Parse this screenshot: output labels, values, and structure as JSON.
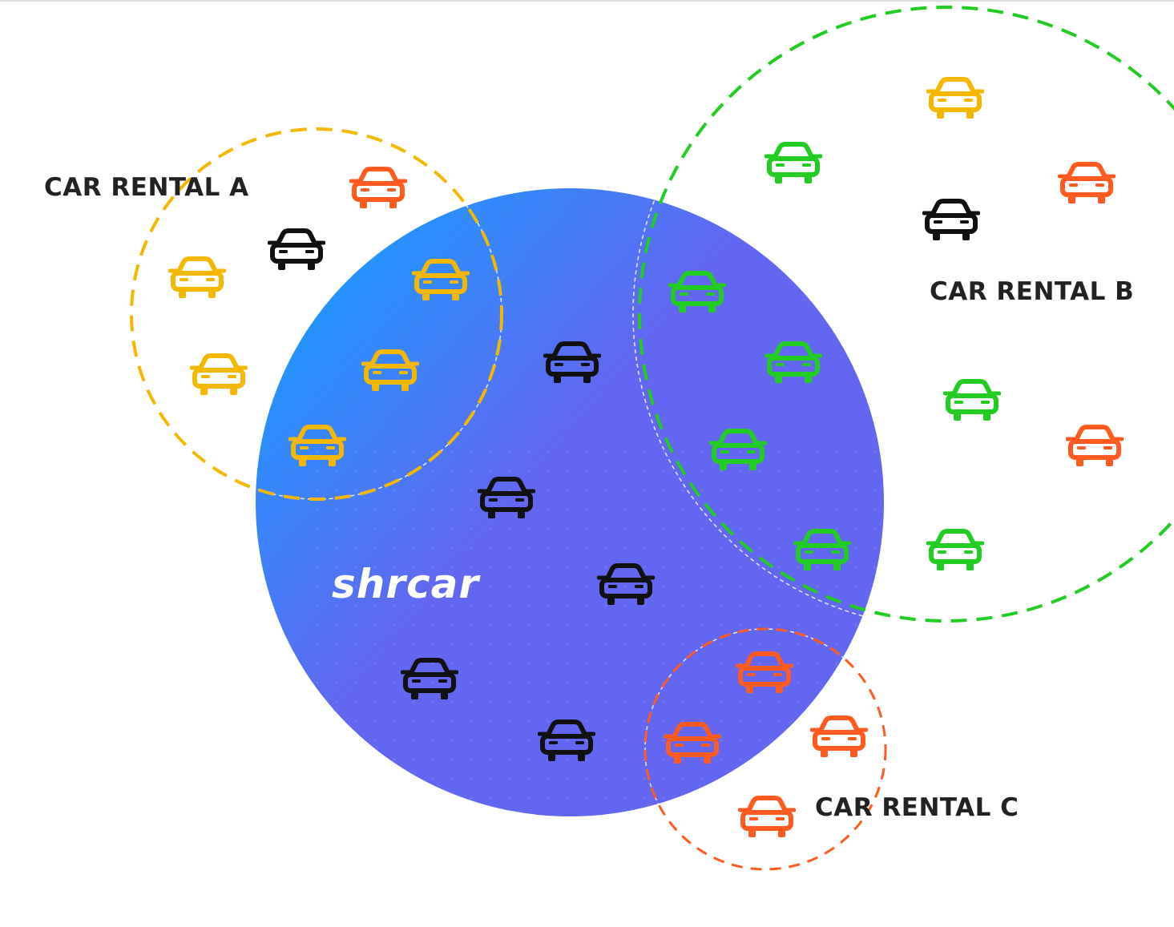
{
  "brand": {
    "name": "shrcar",
    "color": "#ffffff"
  },
  "groups": [
    {
      "id": "a",
      "label": "CAR RENTAL A",
      "color": "#f5b800"
    },
    {
      "id": "b",
      "label": "CAR RENTAL B",
      "color": "#22cc22"
    },
    {
      "id": "c",
      "label": "CAR RENTAL C",
      "color": "#ff5a1f"
    }
  ],
  "colors": {
    "label_text": "#222222",
    "shrcar_gradient_start": "#2196ff",
    "shrcar_gradient_end": "#6366f1",
    "car_yellow": "#f5b800",
    "car_orange": "#ff5a1f",
    "car_green": "#22cc22",
    "car_black": "#111111"
  },
  "icons": {
    "car": "car-icon"
  }
}
